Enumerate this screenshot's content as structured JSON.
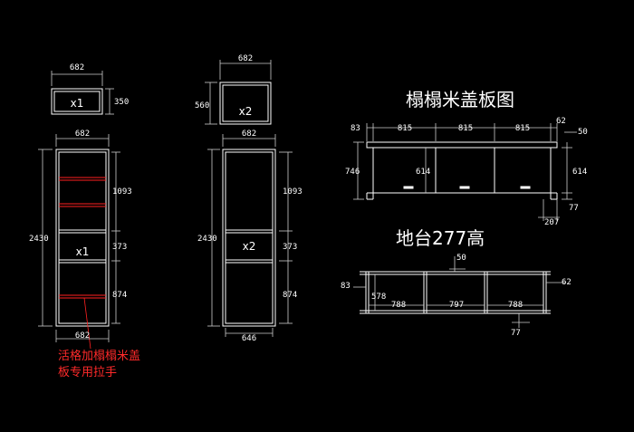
{
  "colors": {
    "background": "#000000",
    "line": "#ffffff",
    "dim_line": "#c8c8c8",
    "accent": "#ff2020"
  },
  "top_box_1": {
    "width": "682",
    "height": "350",
    "count": "x1"
  },
  "top_box_2": {
    "width": "682",
    "height": "560",
    "count": "x2"
  },
  "cabinet_1": {
    "width_top": "682",
    "height": "2430",
    "seg_a": "1093",
    "seg_b": "373",
    "seg_c": "874",
    "count": "x1",
    "width_bottom": "682"
  },
  "cabinet_2": {
    "width_top": "682",
    "height": "2430",
    "seg_a": "1093",
    "seg_b": "373",
    "seg_c": "874",
    "count": "x2",
    "width_bottom": "646"
  },
  "note": {
    "line1": "活格加榻榻米盖",
    "line2": "板专用拉手"
  },
  "tatami_cover": {
    "title": "榻榻米盖板图",
    "d_83": "83",
    "d_815a": "815",
    "d_815b": "815",
    "d_815c": "815",
    "d_62": "62",
    "d_50": "50",
    "d_746": "746",
    "d_614a": "614",
    "d_614b": "614",
    "d_77": "77",
    "d_207": "207"
  },
  "base_platform": {
    "title": "地台277高",
    "d_50": "50",
    "d_83": "83",
    "d_578": "578",
    "d_788a": "788",
    "d_797": "797",
    "d_788b": "788",
    "d_62": "62",
    "d_77": "77"
  }
}
